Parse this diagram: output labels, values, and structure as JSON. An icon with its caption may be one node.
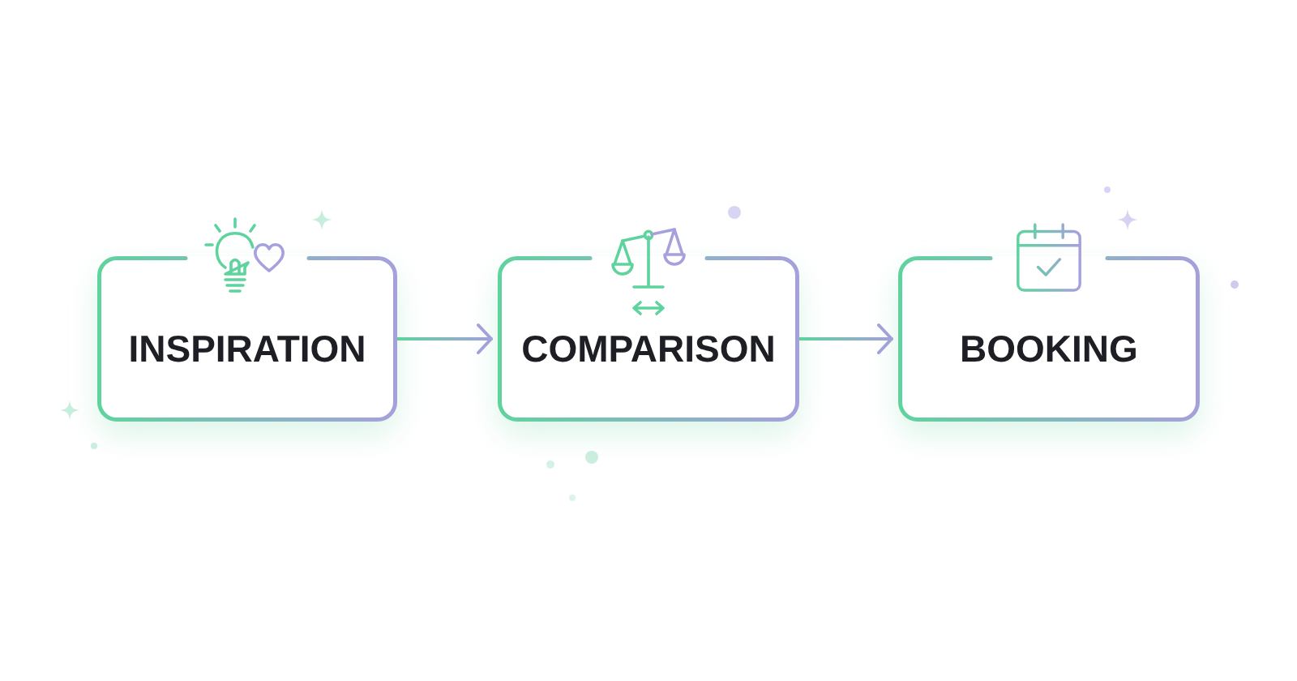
{
  "diagram": {
    "nodes": [
      {
        "text": [
          "INSPIRATION"
        ]
      },
      {
        "text": [
          "COMPARISON"
        ]
      },
      {
        "text": [
          "BOOKING"
        ]
      }
    ],
    "edges": [
      {
        "from": 0,
        "to": 1,
        "arrow": "to"
      },
      {
        "from": 1,
        "to": 2,
        "arrow": "to"
      }
    ]
  }
}
